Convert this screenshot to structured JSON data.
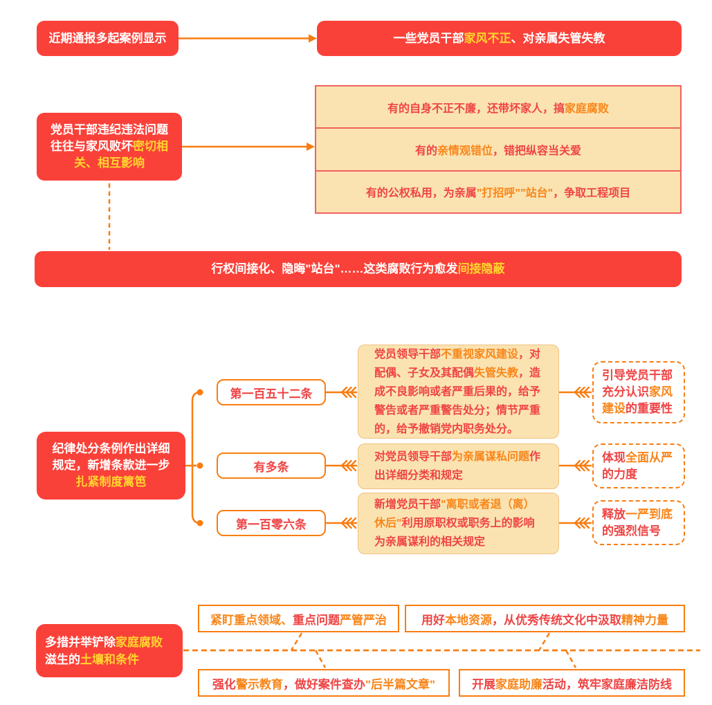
{
  "palette": {
    "red_fill": "#FA4139",
    "yellow_highlight": "#FFD52E",
    "orange_line": "#F87D11",
    "orange_text": "#F8861A",
    "red_text": "#EF4444",
    "cream_fill": "#FAE3B1",
    "cream_border": "#F16060"
  },
  "top": {
    "source_box": [
      [
        "近期通报多起案例显示",
        "w"
      ]
    ],
    "result_box": [
      [
        "一些党员干部",
        "w"
      ],
      [
        "家风不正",
        "y"
      ],
      [
        "、对亲属失管失教",
        "w"
      ]
    ],
    "problem_box": [
      [
        "党员干部违纪违法问题往往与家风败坏",
        "w"
      ],
      [
        "密切相关、相互影响",
        "y"
      ]
    ],
    "factor_rows": [
      [
        [
          "有的自身不正不廉，还带坏家人，搞",
          "r"
        ],
        [
          "家庭腐败",
          "o"
        ]
      ],
      [
        [
          "有的",
          "r"
        ],
        [
          "亲情观错位",
          "o"
        ],
        [
          "，错把纵容当关爱",
          "r"
        ]
      ],
      [
        [
          "有的公权私用，为亲属",
          "r"
        ],
        [
          "\"打招呼\"\"站台\"",
          "o"
        ],
        [
          "，争取工程项目",
          "r"
        ]
      ]
    ],
    "conclusion_bar": [
      [
        "行权间接化、隐晦\"站台\"……这类腐败行为愈发",
        "w"
      ],
      [
        "间接隐蔽",
        "y"
      ]
    ]
  },
  "regulation": {
    "intro_box": [
      [
        "纪律处分条例作出详细规定，新增条款进一步",
        "w"
      ],
      [
        "扎紧制度篱笆",
        "y"
      ]
    ],
    "branches": [
      {
        "label": "第一百五十二条",
        "detail": [
          [
            "党员领导干部",
            "r"
          ],
          [
            "不重视家风建设",
            "o"
          ],
          [
            "，对配偶、子女及其配偶",
            "r"
          ],
          [
            "失管失教",
            "o"
          ],
          [
            "，造成不良影响或者严重后果的，给予警告或者严重警告处分；情节严重的，给予撤销党内职务处分。",
            "r"
          ]
        ],
        "significance": [
          [
            "引导党员干部充分认识",
            "r"
          ],
          [
            "家风建设",
            "o"
          ],
          [
            "的重要性",
            "r"
          ]
        ]
      },
      {
        "label": "有多条",
        "detail": [
          [
            "对党员领导干部",
            "r"
          ],
          [
            "为亲属谋私问题",
            "o"
          ],
          [
            "作出详细分类和规定",
            "r"
          ]
        ],
        "significance": [
          [
            "体现",
            "r"
          ],
          [
            "全面从严",
            "o"
          ],
          [
            "的力度",
            "r"
          ]
        ]
      },
      {
        "label": "第一百零六条",
        "detail": [
          [
            "新增党员干部",
            "r"
          ],
          [
            "\"离职或者退（离）休后\"",
            "o"
          ],
          [
            "利用原职权或职务上的影响为亲属谋利的相关规定",
            "r"
          ]
        ],
        "significance": [
          [
            "释放",
            "r"
          ],
          [
            "一严到底",
            "o"
          ],
          [
            "的强烈信号",
            "r"
          ]
        ]
      }
    ]
  },
  "measures": {
    "intro_box": [
      [
        "多措并举铲除",
        "w"
      ],
      [
        "家庭腐败",
        "y"
      ],
      [
        "滋生的",
        "w"
      ],
      [
        "土壤和条件",
        "y"
      ]
    ],
    "items": [
      [
        [
          "紧盯重点领域、",
          "o"
        ],
        [
          "重点问题",
          "r"
        ],
        [
          "严管严治",
          "o"
        ]
      ],
      [
        [
          "用好",
          "r"
        ],
        [
          "本地资源",
          "o"
        ],
        [
          "，从优秀传统文化中汲取",
          "r"
        ],
        [
          "精神力量",
          "o"
        ]
      ],
      [
        [
          "强化",
          "r"
        ],
        [
          "警示教育",
          "o"
        ],
        [
          "，做好案件查办",
          "r"
        ],
        [
          "\"后半篇文章\"",
          "o"
        ]
      ],
      [
        [
          "开展",
          "r"
        ],
        [
          "家庭助廉",
          "o"
        ],
        [
          "活动，筑牢家庭廉洁防线",
          "r"
        ]
      ]
    ]
  }
}
